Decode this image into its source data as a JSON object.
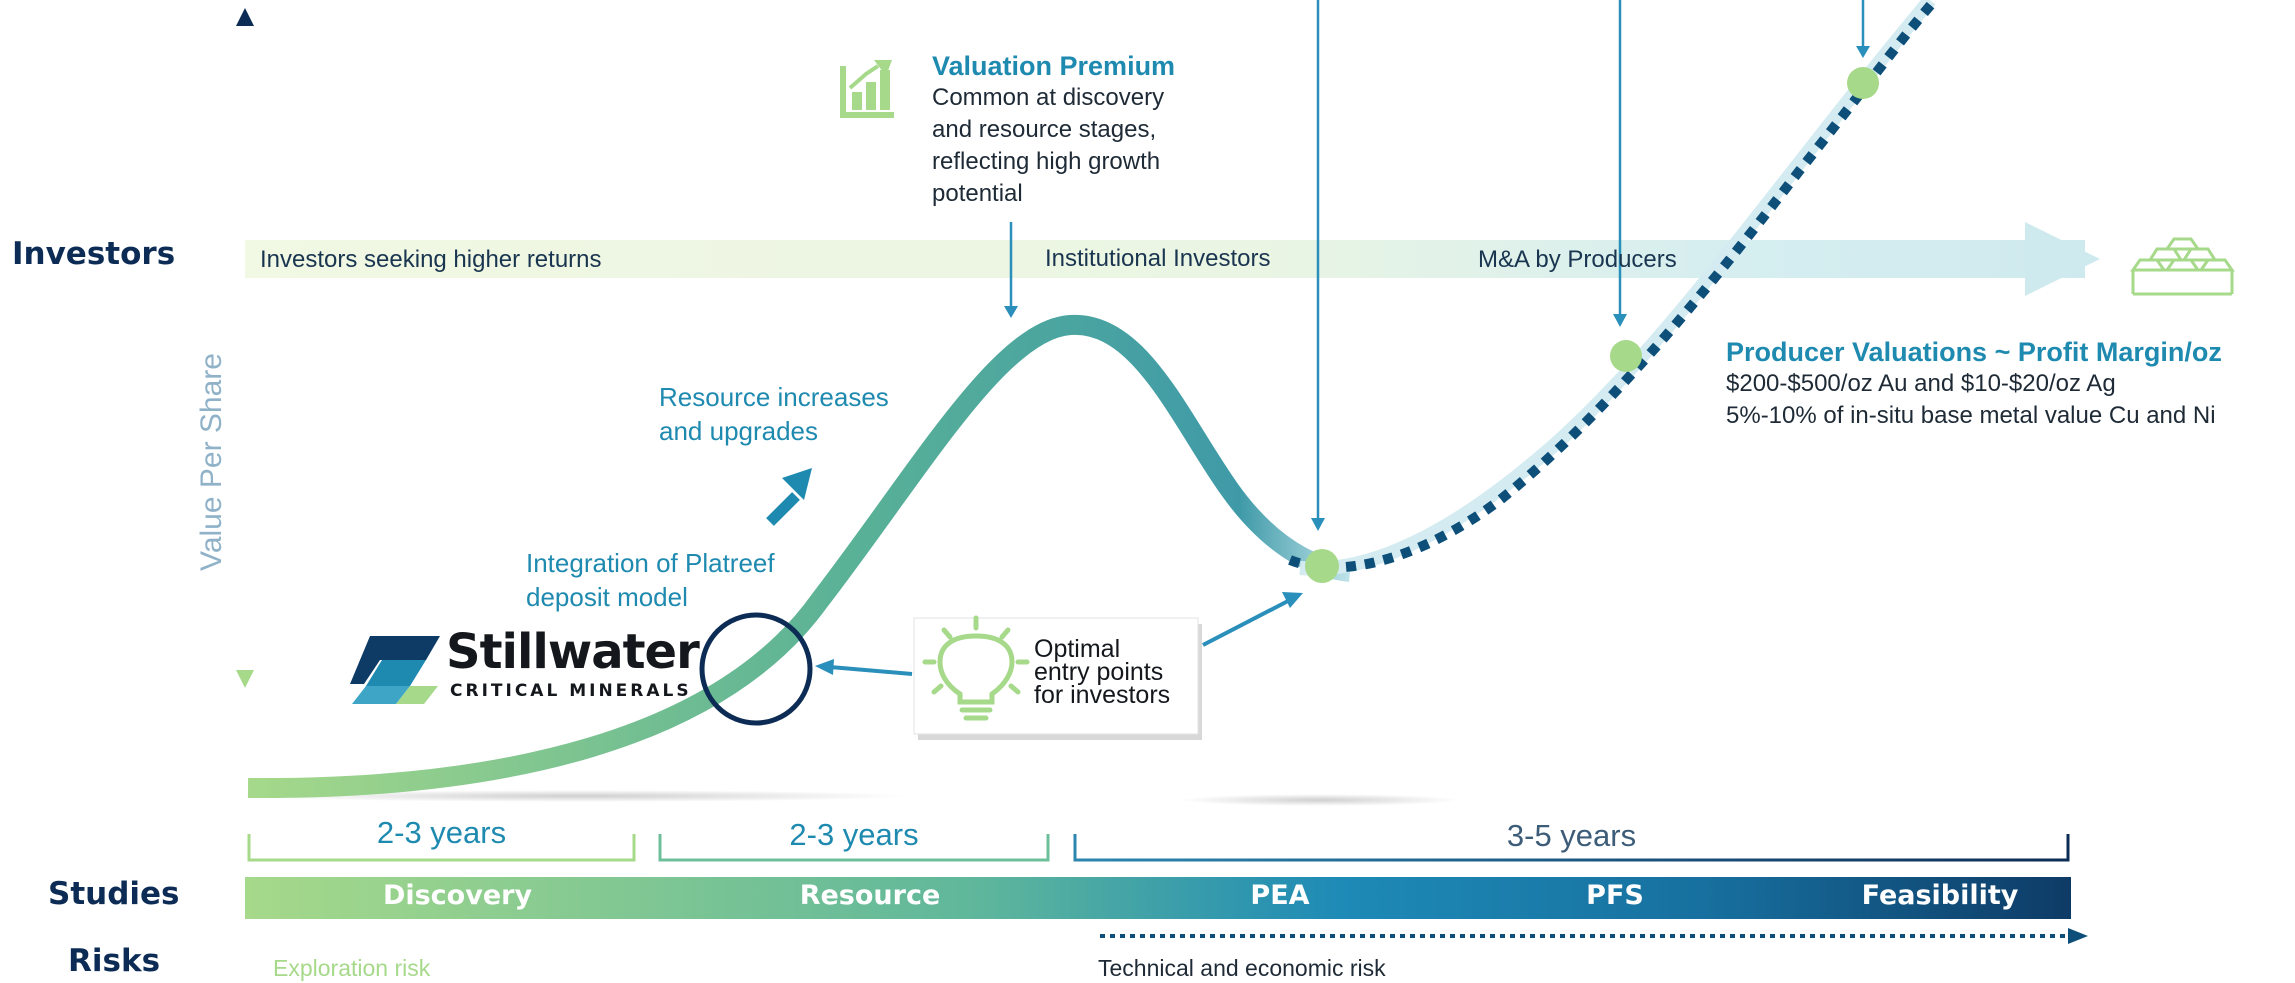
{
  "rows": {
    "investors": "Investors",
    "studies": "Studies",
    "risks": "Risks"
  },
  "y_axis_label": "Value Per Share",
  "investor_band": {
    "left": "Investors seeking higher returns",
    "middle": "Institutional Investors",
    "right": "M&A by Producers"
  },
  "valuation_premium": {
    "title": "Valuation Premium",
    "lines": [
      "Common at discovery",
      "and resource stages,",
      "reflecting high growth",
      "potential"
    ]
  },
  "resource_increase": {
    "line1": "Resource increases",
    "line2": "and upgrades"
  },
  "integration": {
    "line1": "Integration of Platreef",
    "line2": "deposit model"
  },
  "logo": {
    "name": "Stillwater",
    "sub": "CRITICAL MINERALS"
  },
  "entry_box": {
    "line1": "Optimal",
    "line2": "entry points",
    "line3": "for investors"
  },
  "producer": {
    "title": "Producer Valuations ~ Profit Margin/oz",
    "line1": "$200-$500/oz Au and $10-$20/oz Ag",
    "line2": "5%-10% of in-situ base metal value Cu and Ni"
  },
  "durations": [
    "2-3 years",
    "2-3 years",
    "3-5 years"
  ],
  "stages": [
    "Discovery",
    "Resource",
    "PEA",
    "PFS",
    "Feasibility"
  ],
  "risks": {
    "left": "Exploration risk",
    "right": "Technical and economic risk"
  },
  "colors": {
    "navy": "#0d2c55",
    "teal_blue": "#1f8ab0",
    "green": "#a6d98a",
    "mid_teal": "#4ea9a0",
    "dark_blue": "#0e4f7a",
    "band_light": "#eef6dd",
    "band_teal": "#d7eef0"
  },
  "icons": [
    "growth-chart-icon",
    "lightbulb-icon",
    "gold-bars-icon",
    "circle-highlight-icon"
  ]
}
